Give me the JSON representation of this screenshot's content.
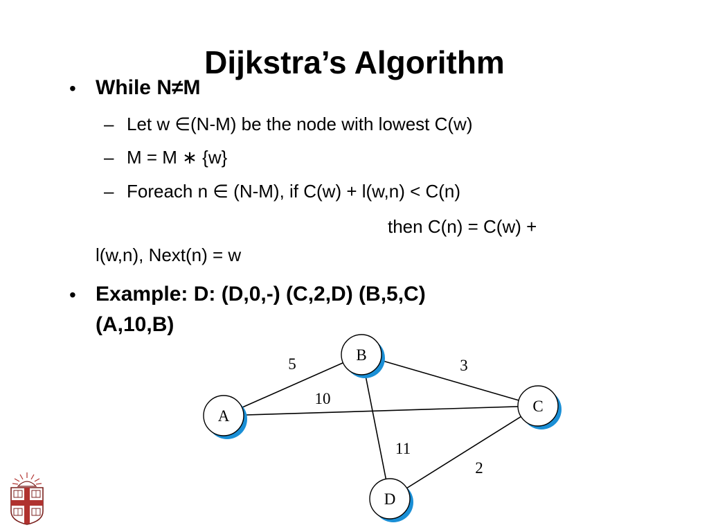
{
  "title": "Dijkstra’s Algorithm",
  "bullets": {
    "while": "While N≠M",
    "step1": "Let w ∈(N-M) be the node with lowest C(w)",
    "step2": "M = M ∗ {w}",
    "step3": "Foreach n ∈ (N-M), if C(w) + l(w,n) < C(n)",
    "step3_then": "then C(n) = C(w) +",
    "step3_cont": "l(w,n), Next(n) = w",
    "example_line1": "Example: D: (D,0,-) (C,2,D) (B,5,C)",
    "example_line2": "(A,10,B)"
  },
  "graph": {
    "nodes": {
      "A": "A",
      "B": "B",
      "C": "C",
      "D": "D"
    },
    "edges": {
      "AB": "5",
      "BC": "3",
      "AC": "10",
      "BD": "11",
      "CD": "2"
    },
    "node_fill": "#ffffff",
    "node_shadow": "#1a8fd6"
  }
}
